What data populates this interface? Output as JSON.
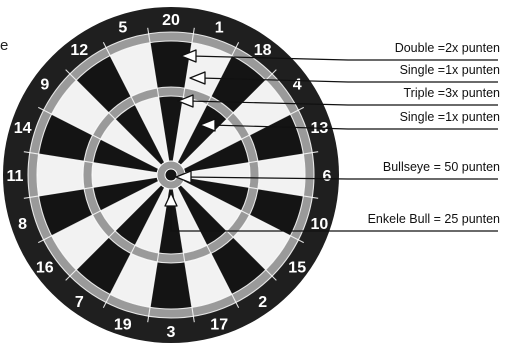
{
  "stray_text": "e",
  "board_numbers": [
    "20",
    "1",
    "18",
    "4",
    "13",
    "6",
    "10",
    "15",
    "2",
    "17",
    "3",
    "19",
    "7",
    "16",
    "8",
    "11",
    "14",
    "9",
    "12",
    "5"
  ],
  "labels": [
    "Double =2x punten",
    "Single =1x punten",
    "Triple =3x punten",
    "Single =1x punten",
    "Bullseye = 50 punten",
    "Enkele Bull = 25 punten"
  ],
  "colors": {
    "board_surround": "#1f1f1f",
    "dark_segment": "#141414",
    "light_segment": "#f2f2f2",
    "ring_accent": "#9a9a9a",
    "wire": "#ffffff",
    "number_text": "#ffffff",
    "arrow_stroke": "#111111"
  }
}
